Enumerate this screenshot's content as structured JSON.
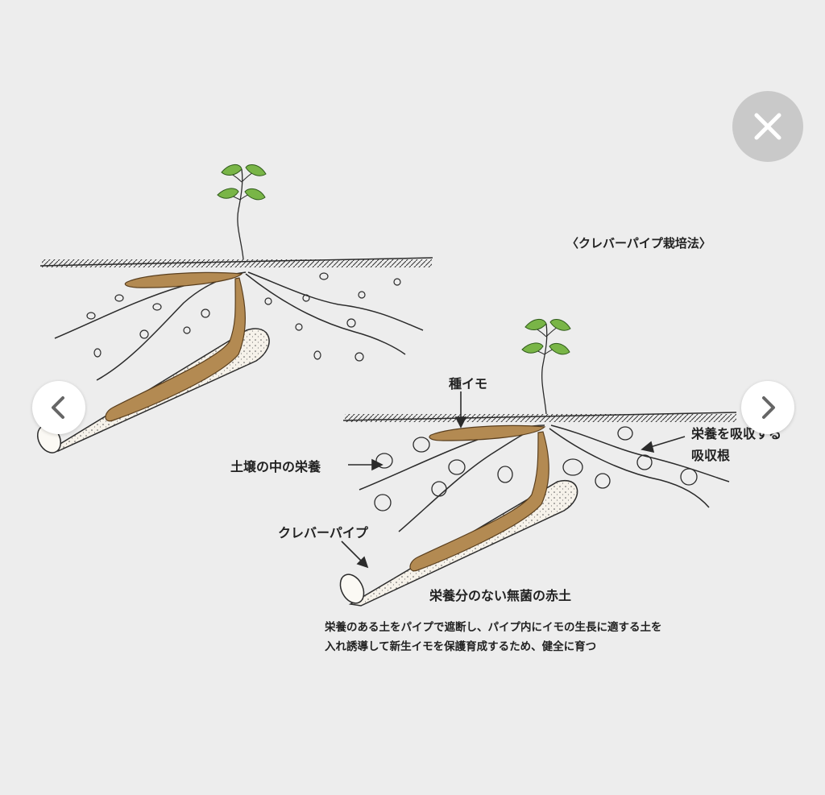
{
  "viewer": {
    "close_icon": "close-icon",
    "prev_icon": "chevron-left-icon",
    "next_icon": "chevron-right-icon"
  },
  "diagram": {
    "title": "〈クレバーパイプ栽培法〉",
    "labels": {
      "seed_potato": "種イモ",
      "absorbing_root_line1": "栄養を吸収する",
      "absorbing_root_line2": "吸収根",
      "soil_nutrients": "土壌の中の栄養",
      "clever_pipe": "クレバーパイプ",
      "sterile_soil": "栄養分のない無菌の赤土"
    },
    "caption": {
      "line1": "栄養のある土をパイプで遮断し、パイプ内にイモの生長に適する土を",
      "line2": "入れ誘導して新生イモを保護育成するため、健全に育つ"
    }
  },
  "colors": {
    "background": "#ededed",
    "line": "#2b2b2b",
    "potato": "#b38a52",
    "leaf": "#79b547",
    "pipe": "#f6f2ea"
  }
}
